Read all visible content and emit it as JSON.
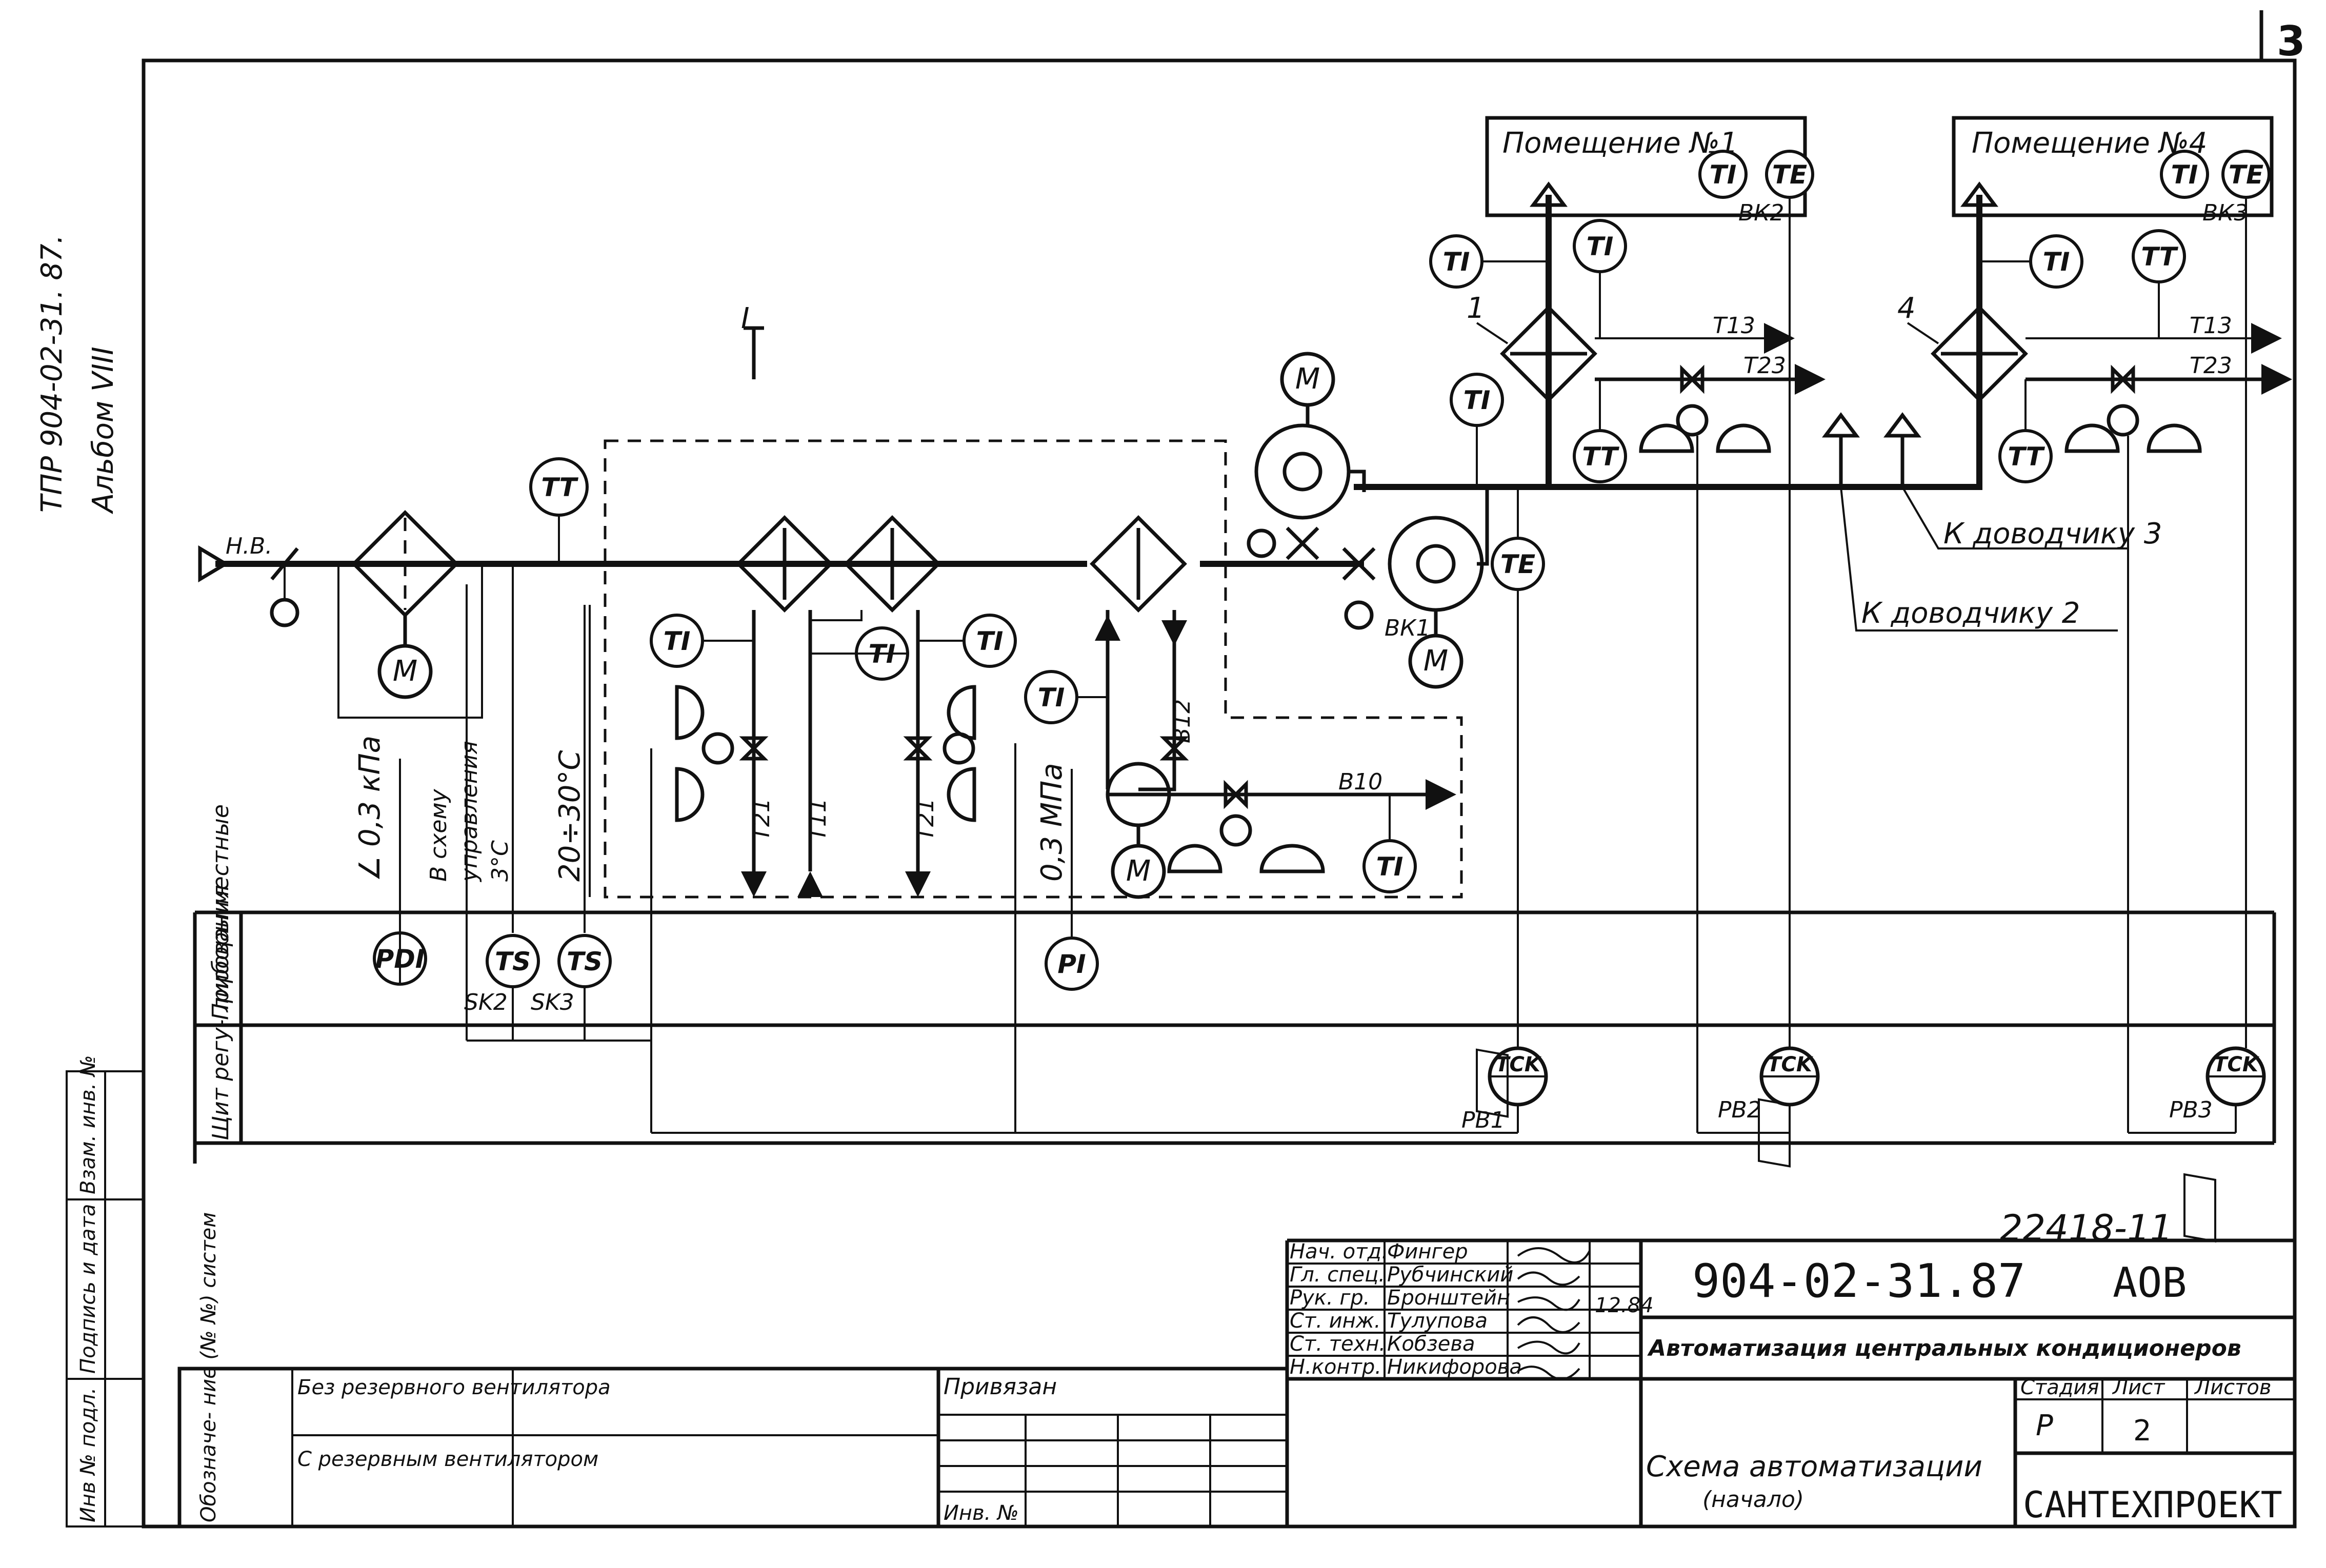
{
  "sheet_corner": "3",
  "side_text": {
    "doc": "ТПР   904-02-31. 87.",
    "album": "Альбом VIII"
  },
  "rooms": [
    {
      "label": "Помещение №1",
      "tag": "ВК2"
    },
    {
      "label": "Помещение №4",
      "tag": "ВК3"
    }
  ],
  "instruments": {
    "tt": "TT",
    "ti": "TI",
    "te": "TE",
    "pdi": "PDI",
    "ts": "TS",
    "pi": "PI",
    "tck": "TCK",
    "m": "M"
  },
  "labels": {
    "outdoor_air": "Н.В.",
    "heater_1": "1",
    "heater_4": "4",
    "line_t13": "Т13",
    "line_t23": "Т23",
    "line_t21": "Т21",
    "line_t11": "Т11",
    "line_b12": "В12",
    "line_b10": "В10",
    "fan_tag": "ВК1",
    "closer_3": "К доводчику  3",
    "closer_2": "К доводчику    2",
    "pdi_setting": "∠ 0,3 кПа",
    "control_1": "В схему",
    "control_2": "управления",
    "control_3": "3°С",
    "temp_range": "20÷30°С",
    "pressure": "0,3 МПа",
    "sk2": "SK2",
    "sk3": "SK3",
    "pb1": "РВ1",
    "pb2": "РВ2",
    "pb3": "РВ3",
    "section_marker": "I"
  },
  "row_headers": {
    "local": "Приборы местные",
    "panel": "Щит регу- лирования"
  },
  "side_stamp": [
    "Инв № подл.",
    "Подпись и дата",
    "Взам. инв. №"
  ],
  "title_block": {
    "drawing_number": "22418-11",
    "designation": "904-02-31.87",
    "mark": "АОВ",
    "project": "Автоматизация центральных кондиционеров",
    "sheet_title_1": "Схема автоматизации",
    "sheet_title_2": "(начало)",
    "org": "САНТЕХПРОЕКТ",
    "stage_hdr": "Стадия",
    "sheet_hdr": "Лист",
    "sheets_hdr": "Листов",
    "stage": "Р",
    "sheet": "2",
    "privyazan": "Привязан",
    "inv": "Инв. №",
    "date": "12.84",
    "signatures": [
      {
        "role": "Нач. отд.",
        "name": "Фингер"
      },
      {
        "role": "Гл. спец.",
        "name": "Рубчинский"
      },
      {
        "role": "Рук. гр.",
        "name": "Бронштейн"
      },
      {
        "role": "Ст. инж.",
        "name": "Тулупова"
      },
      {
        "role": "Ст. техн.",
        "name": "Кобзева"
      },
      {
        "role": "Н.контр.",
        "name": "Никифорова"
      }
    ],
    "system_hdr": "Обозначе- ние (№ №) систем",
    "systems": [
      "Без резервного вентилятора",
      "С резервным вентилятором"
    ]
  }
}
